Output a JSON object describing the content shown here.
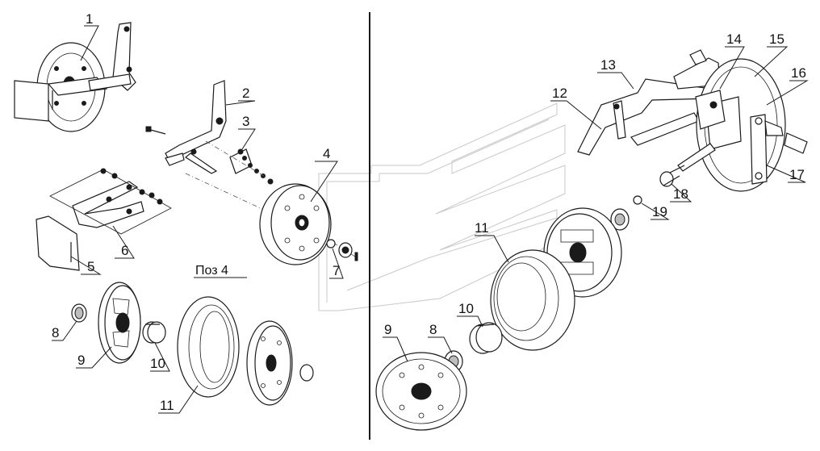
{
  "diagram": {
    "caption": "Поз 4",
    "callouts": [
      "1",
      "2",
      "3",
      "4",
      "5",
      "6",
      "7",
      "8",
      "9",
      "10",
      "11",
      "8",
      "9",
      "10",
      "11",
      "12",
      "13",
      "14",
      "15",
      "16",
      "17",
      "18",
      "19"
    ]
  },
  "colors": {
    "line": "#1a1a1a",
    "background": "#ffffff",
    "watermark": "#c9c9c9"
  }
}
